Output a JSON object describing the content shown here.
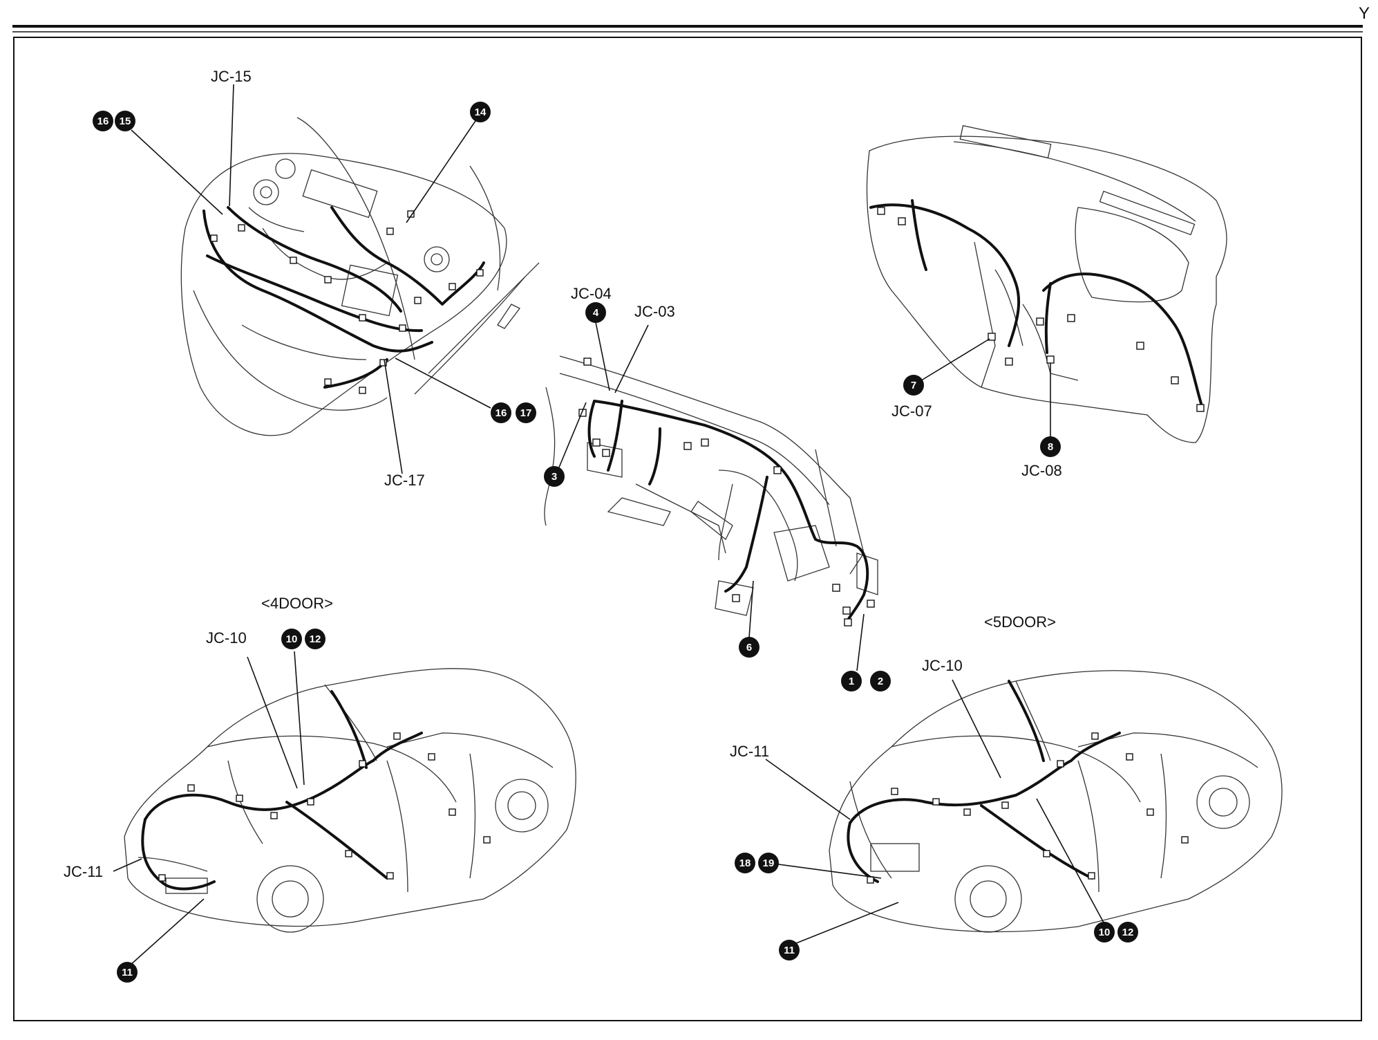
{
  "page_letter": "Y",
  "labels": {
    "jc15": "JC-15",
    "jc17": "JC-17",
    "jc04": "JC-04",
    "jc03": "JC-03",
    "jc07": "JC-07",
    "jc08": "JC-08",
    "door4": "<4DOOR>",
    "door5": "<5DOOR>",
    "jc10_4": "JC-10",
    "jc11_4": "JC-11",
    "jc10_5": "JC-10",
    "jc11_5": "JC-11"
  },
  "callouts": {
    "c16a": "16",
    "c15": "15",
    "c14": "14",
    "c16b": "16",
    "c17": "17",
    "c4": "4",
    "c3": "3",
    "c6": "6",
    "c1": "1",
    "c2": "2",
    "c7": "7",
    "c8": "8",
    "c10a": "10",
    "c12a": "12",
    "c11a": "11",
    "c18": "18",
    "c19": "19",
    "c11b": "11",
    "c10b": "10",
    "c12b": "12"
  }
}
